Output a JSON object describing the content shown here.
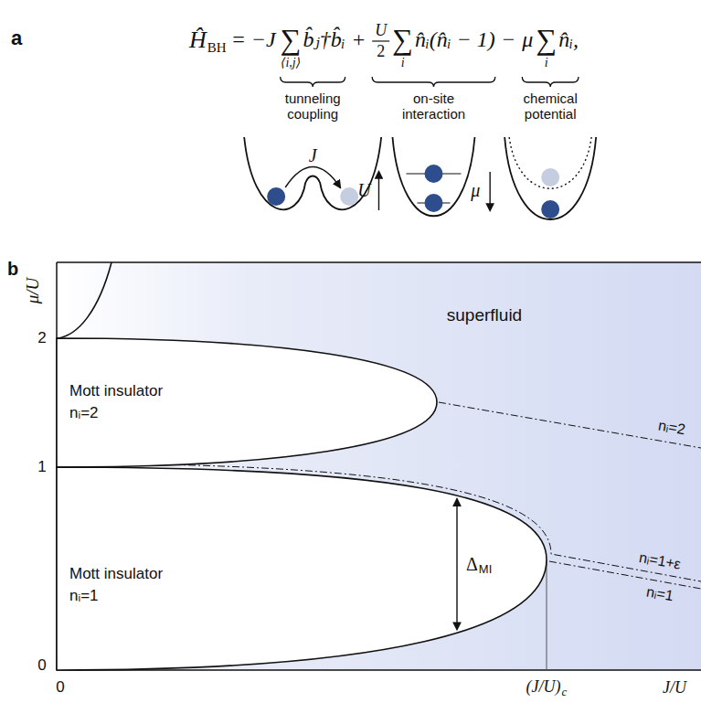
{
  "diagram": {
    "nodes": [
      {
        "text": [
          "superfluid"
        ]
      },
      {
        "text": [
          "Mott insulator",
          "nᵢ=2"
        ],
        "in": 0
      },
      {
        "text": [
          "Mott insulator",
          "nᵢ=1"
        ],
        "in": 0
      }
    ],
    "labels": [
      "a",
      "Ĥ",
      "BH",
      "= −J",
      "∑",
      "⟨i,j⟩",
      "b̂ⱼ†b̂ᵢ",
      "+",
      "U",
      "2",
      "∑",
      "i",
      "n̂ᵢ(n̂ᵢ − 1)",
      "−",
      "μ",
      "∑",
      "i",
      "n̂ᵢ,",
      "tunneling coupling",
      "on-site interaction",
      "chemical potential",
      "J",
      "U",
      "μ",
      "b",
      "μ/U",
      "2",
      "1",
      "0",
      "0",
      "(J/U)",
      "c",
      "J/U",
      "Δ",
      "MI",
      "nᵢ=2",
      "nᵢ=1+ε",
      "nᵢ=1"
    ]
  }
}
